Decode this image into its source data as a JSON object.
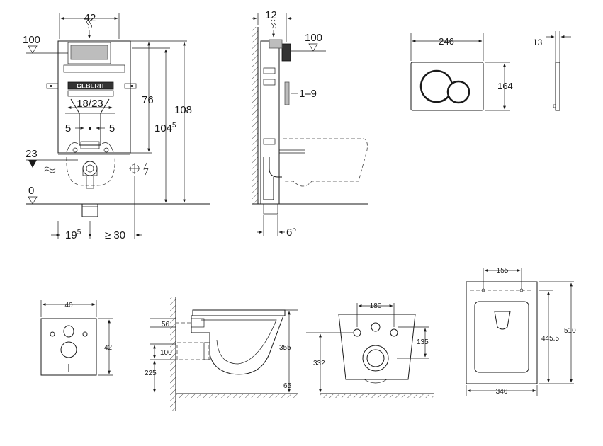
{
  "frame": {
    "width_top": "42",
    "height_total": "108",
    "height_inner_base": "104",
    "height_inner_sup": "5",
    "height_flush": "76",
    "drain_spacing": "18/23",
    "bolt_left": "5",
    "bolt_right": "5",
    "level_top": "100",
    "level_pipe": "23",
    "level_floor": "0",
    "offset_left_base": "19",
    "offset_left_sup": "5",
    "offset_right": "≥ 30",
    "brand": "GEBERIT"
  },
  "side": {
    "depth_top": "12",
    "level_top": "100",
    "plate_range": "1–9",
    "bottom_base": "6",
    "bottom_sup": "5"
  },
  "flush_plate": {
    "width": "246",
    "height": "164",
    "thickness": "13"
  },
  "mounting_plate": {
    "width": "40",
    "height": "42"
  },
  "toilet_side": {
    "dim_56": "56",
    "dim_100": "100",
    "dim_225": "225",
    "dim_355": "355",
    "dim_65": "65"
  },
  "toilet_rear": {
    "dim_180": "180",
    "dim_135": "135",
    "dim_332": "332"
  },
  "toilet_top": {
    "dim_155": "155",
    "dim_510": "510",
    "dim_445": "445.5",
    "dim_346": "346"
  }
}
